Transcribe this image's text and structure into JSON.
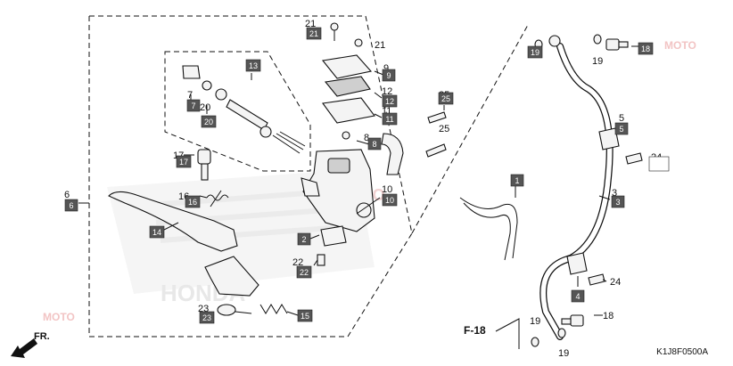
{
  "diagram_code": "K1J8F0500A",
  "direction_label": "FR.",
  "ref_label": "F-18",
  "watermark": {
    "moto": "MOTO",
    "honda": "HONDA"
  },
  "callouts": {
    "c1": "1",
    "c2": "2",
    "c3": "3",
    "c4": "4",
    "c5": "5",
    "c6": "6",
    "c7": "7",
    "c8": "8",
    "c9": "9",
    "c10": "10",
    "c11": "11",
    "c12": "12",
    "c13": "13",
    "c14": "14",
    "c15": "15",
    "c16": "16",
    "c17": "17",
    "c18": "18",
    "c19": "19",
    "c20": "20",
    "c21": "21",
    "c22": "22",
    "c23": "23",
    "c24": "24",
    "c25": "25"
  }
}
